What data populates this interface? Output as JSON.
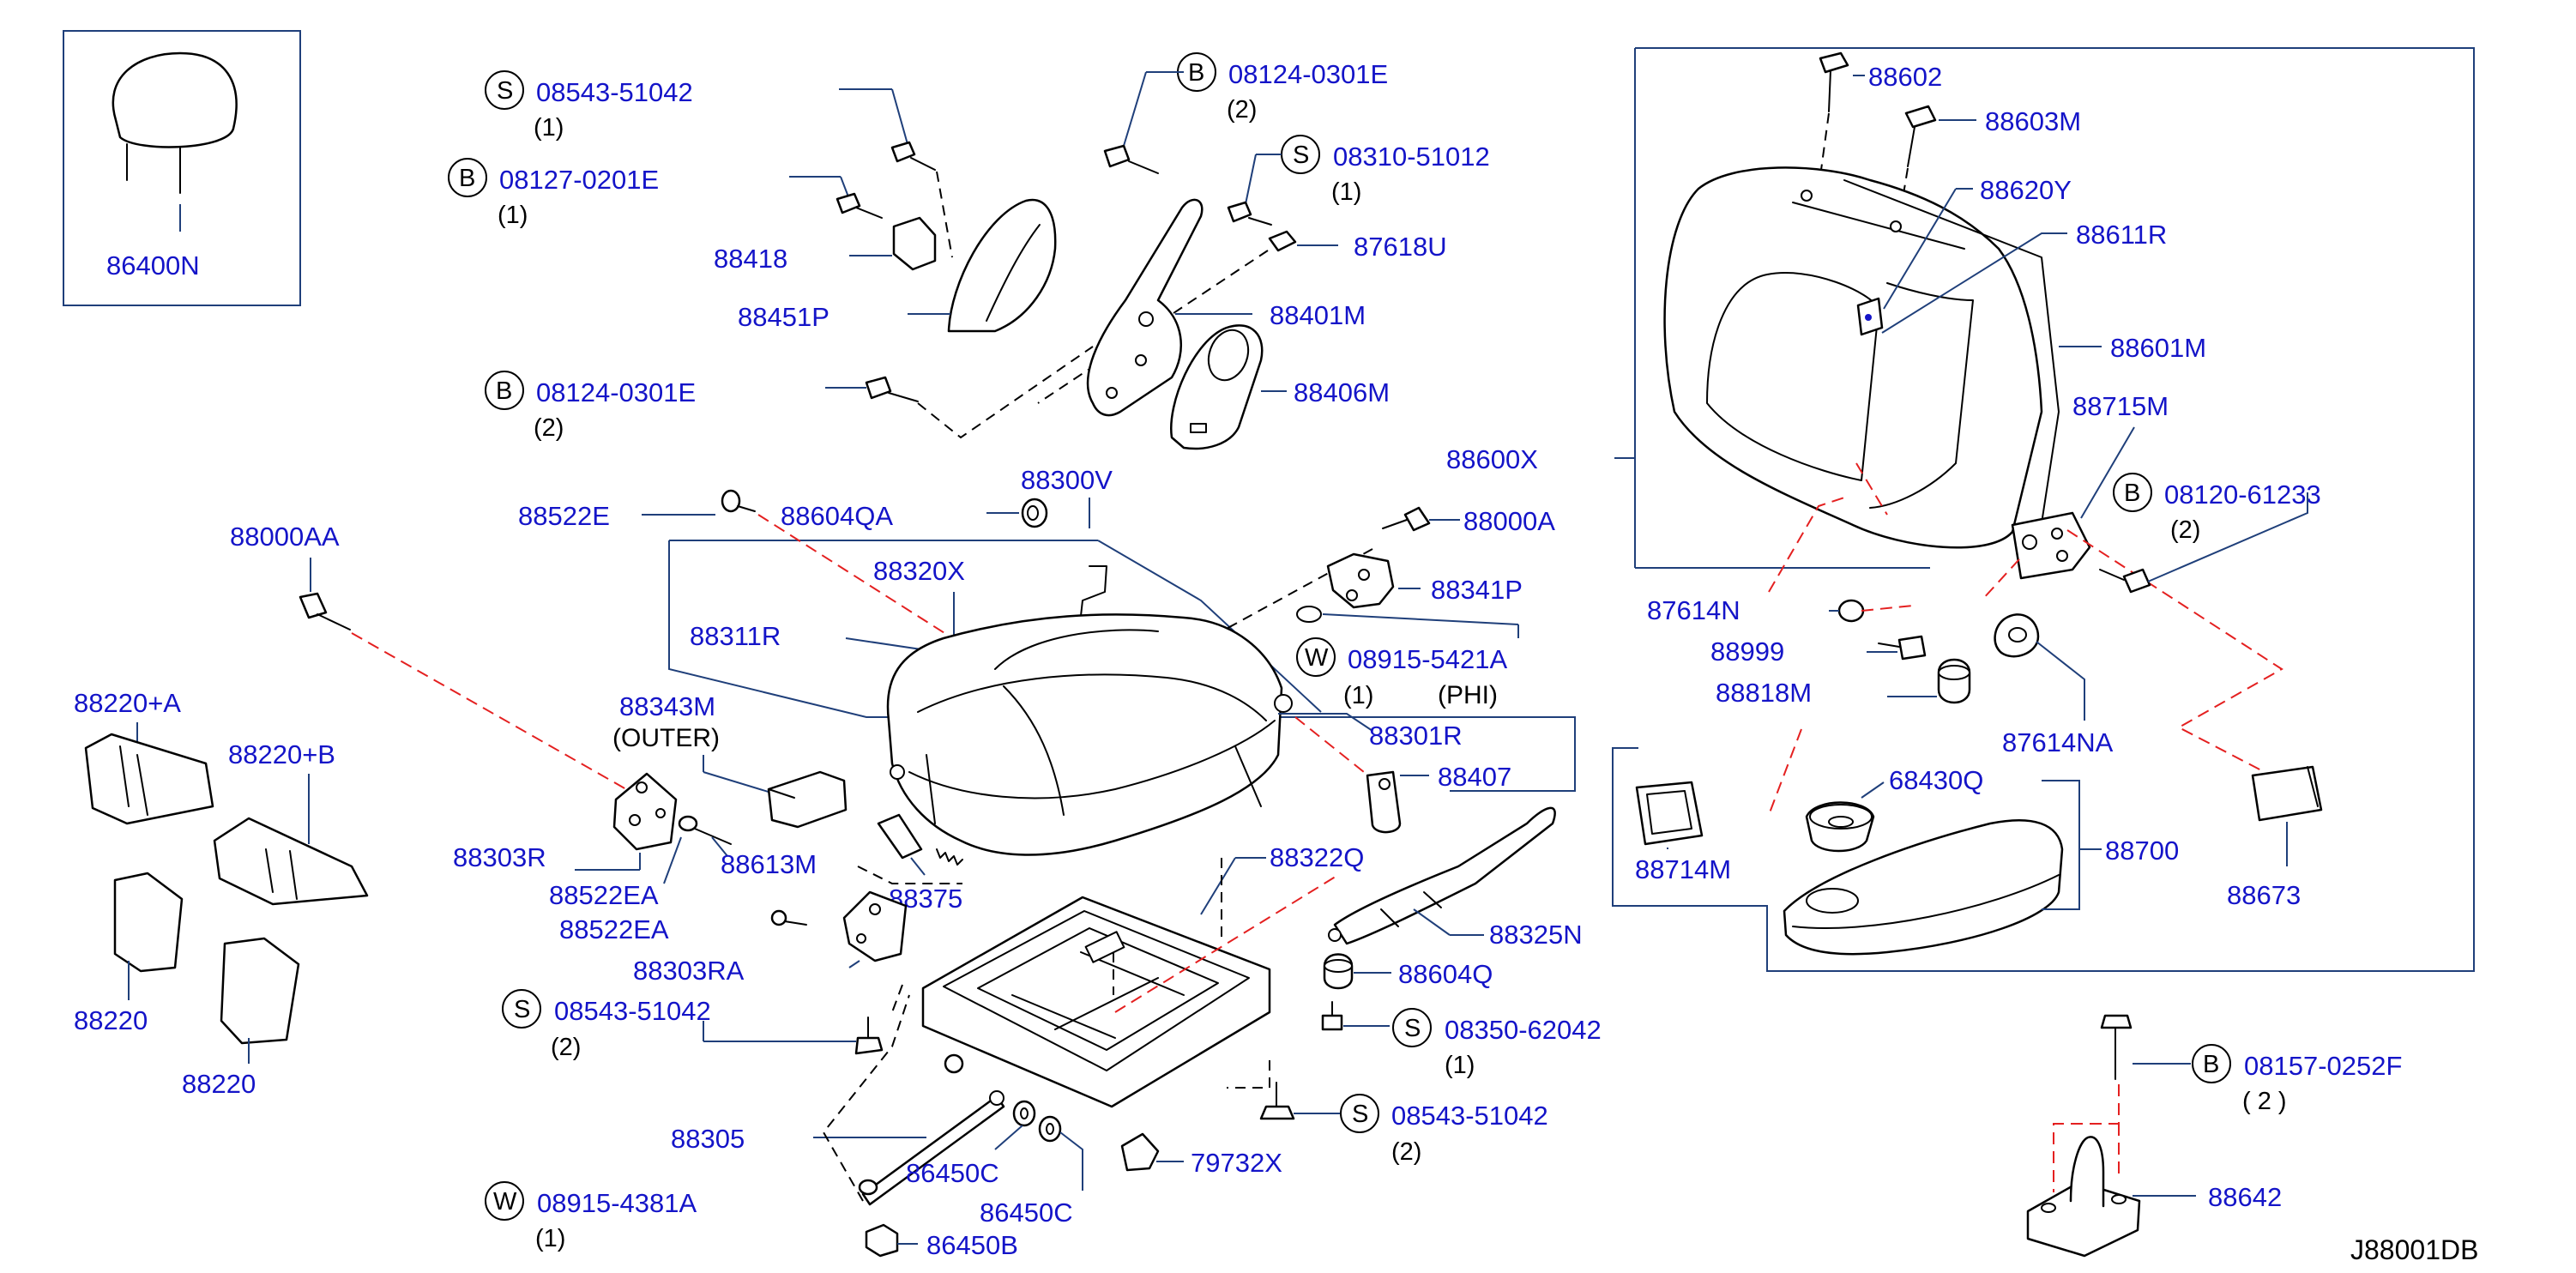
{
  "diagram_ref": "J88001DB",
  "labels": {
    "headrest": "86400N",
    "seatback_assy": "88600X",
    "seatback_pad": "88601M",
    "bolt_88602": "88602",
    "bolt_88603m": "88603M",
    "clip_88620y": "88620Y",
    "bracket_88611r": "88611R",
    "bracket_88715m": "88715M",
    "bushing_87614n": "87614N",
    "bolt_88999": "88999",
    "cap_88818m": "88818M",
    "ring_87614na": "87614NA",
    "cover_88714m": "88714M",
    "cup_68430q": "68430Q",
    "armrest_88700": "88700",
    "cap_88673": "88673",
    "bracket_88642": "88642",
    "cover_88418": "88418",
    "finisher_88451p": "88451P",
    "hinge_88401m": "88401M",
    "cover_88406m": "88406M",
    "screw_87618u": "87618U",
    "pad_88300v": "88300V",
    "bolt_88000a": "88000A",
    "bolt_88000aa": "88000AA",
    "bolt_88522e": "88522E",
    "spacer_88604qa": "88604QA",
    "clip_88320x": "88320X",
    "trim_88311r": "88311R",
    "hinge_88341p": "88341P",
    "cover_88343m": "88343M",
    "outer_note": "(OUTER)",
    "trim_88301r": "88301R",
    "pin_88407": "88407",
    "bracket_88303r": "88303R",
    "pin_88613m": "88613M",
    "bolt_88522ea_1": "88522EA",
    "bolt_88522ea_2": "88522EA",
    "hook_88375": "88375",
    "bracket_88303ra": "88303RA",
    "frame_88322q": "88322Q",
    "strap_88325n": "88325N",
    "spacer_88604q": "88604Q",
    "rod_88305": "88305",
    "washer_86450c_1": "86450C",
    "washer_86450c_2": "86450C",
    "nut_86450b": "86450B",
    "clip_79732x": "79732X",
    "panel_88220a": "88220+A",
    "panel_88220b": "88220+B",
    "panel_88220_1": "88220",
    "panel_88220_2": "88220"
  },
  "fasteners": [
    {
      "prefix": "S",
      "part": "08543-51042",
      "qty": "(1)"
    },
    {
      "prefix": "B",
      "part": "08127-0201E",
      "qty": "(1)"
    },
    {
      "prefix": "B",
      "part": "08124-0301E",
      "qty": "(2)"
    },
    {
      "prefix": "B",
      "part": "08124-0301E",
      "qty": "(2)"
    },
    {
      "prefix": "S",
      "part": "08310-51012",
      "qty": "(1)"
    },
    {
      "prefix": "W",
      "part": "08915-5421A",
      "qty": "(1)",
      "note": "(PHI)"
    },
    {
      "prefix": "B",
      "part": "08120-61233",
      "qty": "(2)"
    },
    {
      "prefix": "S",
      "part": "08543-51042",
      "qty": "(2)"
    },
    {
      "prefix": "S",
      "part": "08350-62042",
      "qty": "(1)"
    },
    {
      "prefix": "S",
      "part": "08543-51042",
      "qty": "(2)"
    },
    {
      "prefix": "W",
      "part": "08915-4381A",
      "qty": "(1)"
    },
    {
      "prefix": "B",
      "part": "08157-0252F",
      "qty": "( 2 )"
    }
  ],
  "colors": {
    "part_number": "#1414c8",
    "leader": "#1f3f7a",
    "red_dash": "#e42020",
    "line": "#000000"
  }
}
